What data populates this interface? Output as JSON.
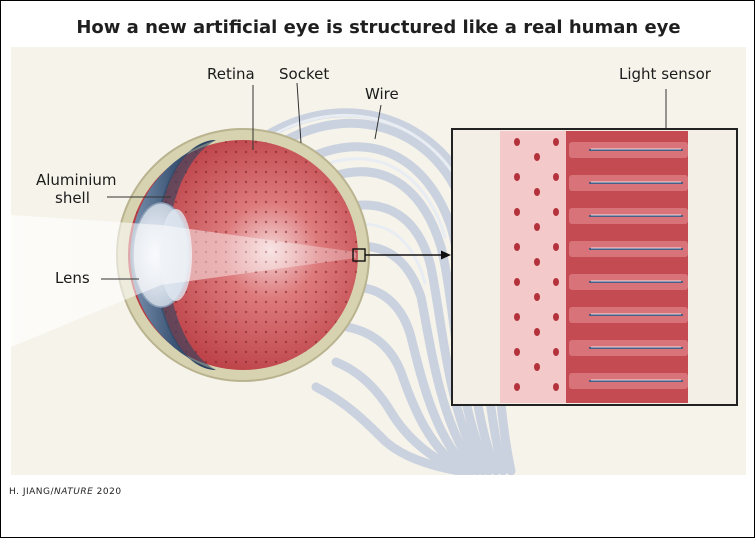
{
  "title": "How a new artificial eye is structured like a real human eye",
  "labels": {
    "retina": "Retina",
    "socket": "Socket",
    "wire": "Wire",
    "aluminium_line1": "Aluminium",
    "aluminium_line2": "shell",
    "lens": "Lens",
    "light_sensor": "Light sensor"
  },
  "credit": {
    "author": "H. JIANG/",
    "journal": "NATURE",
    "year": " 2020"
  },
  "colors": {
    "retina": "#c9474d",
    "socket": "#d7d2b0",
    "shell": "#3e5a7a",
    "wire": "#c9d1df",
    "background": "#f6f3ea"
  }
}
